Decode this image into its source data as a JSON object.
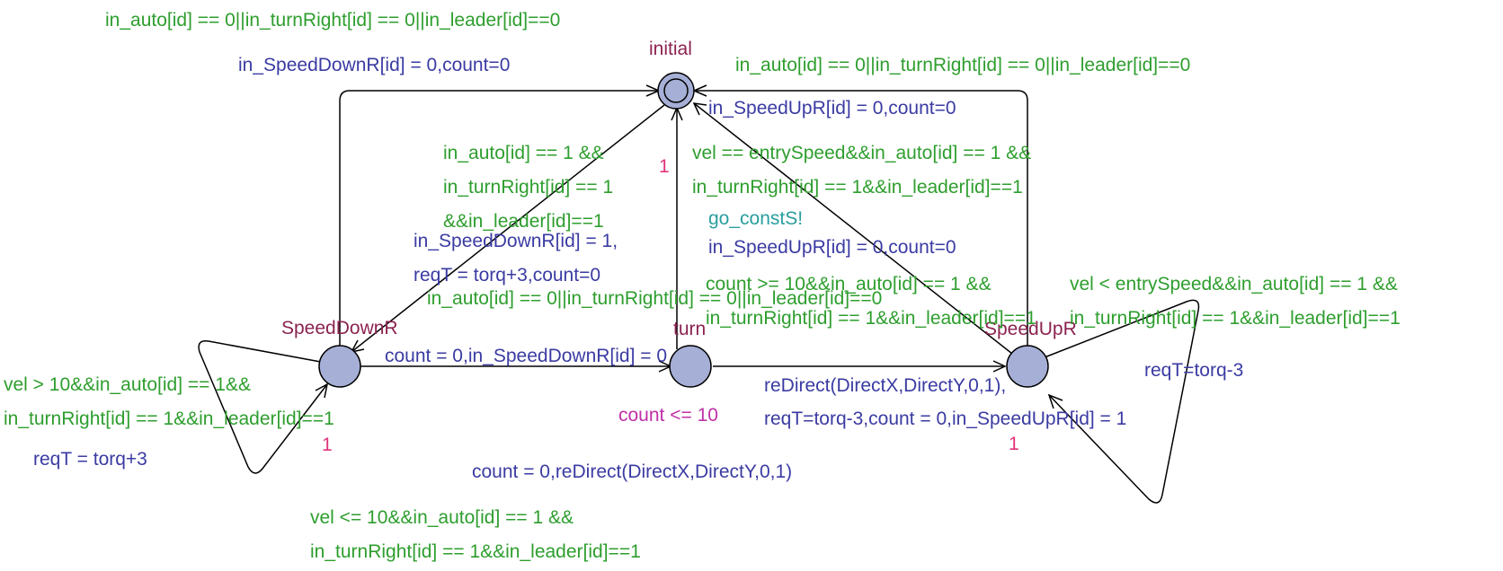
{
  "colors": {
    "location_fill": "#a6afd6",
    "location_name": "#8b2350",
    "guard": "#2e9e2e",
    "update": "#3b3ba3",
    "sync": "#2a9e9e",
    "invariant": "#c030a8",
    "priority": "#e0347a",
    "edge": "#000000"
  },
  "locations": [
    {
      "id": "initial",
      "name": "initial",
      "initial": true,
      "priority": "1"
    },
    {
      "id": "speeddownr",
      "name": "SpeedDownR",
      "initial": false,
      "priority": "1"
    },
    {
      "id": "turn",
      "name": "turn",
      "initial": false,
      "invariant": "count <= 10"
    },
    {
      "id": "speedupr",
      "name": "SpeedUpR",
      "initial": false,
      "priority": "1"
    }
  ],
  "labels": {
    "g_initial_to_speeddown_top": "in_auto[id] == 0||in_turnRight[id] == 0||in_leader[id]==0",
    "u_speeddown_to_initial": "in_SpeedDownR[id] = 0,count=0",
    "g_speedup_to_initial_top": "in_auto[id] == 0||in_turnRight[id] == 0||in_leader[id]==0",
    "u_speedup_to_initial": "in_SpeedUpR[id] = 0,count=0",
    "g_initial_to_speeddown_1": "in_auto[id] == 1 &&",
    "g_initial_to_speeddown_2": "in_turnRight[id] == 1",
    "g_initial_to_speeddown_3": "&&in_leader[id]==1",
    "u_initial_to_speeddown_1": "in_SpeedDownR[id] = 1,",
    "u_initial_to_speeddown_2": "reqT = torq+3,count=0",
    "g_turn_to_initial": "in_auto[id] == 0||in_turnRight[id] == 0||in_leader[id]==0",
    "g_initial_to_speedup_1": "vel == entrySpeed&&in_auto[id] == 1 &&",
    "g_initial_to_speedup_2": "in_turnRight[id] == 1&&in_leader[id]==1",
    "s_initial_to_speedup": "go_constS!",
    "u_initial_to_speedup": "in_SpeedUpR[id] = 0,count=0",
    "g_speedup_to_turn_1": "count >= 10&&in_auto[id] == 1 &&",
    "g_speedup_to_turn_2": "in_turnRight[id] == 1&&in_leader[id]==1",
    "g_speedup_self_1": "vel < entrySpeed&&in_auto[id] == 1 &&",
    "g_speedup_self_2": "in_turnRight[id] == 1&&in_leader[id]==1",
    "u_speedup_self": "reqT=torq-3",
    "u_speeddown_to_turn": "count = 0,in_SpeedDownR[id] = 0",
    "u_turn_to_speedup_1": "reDirect(DirectX,DirectY,0,1),",
    "u_turn_to_speedup_2": "reqT=torq-3,count = 0,in_SpeedUpR[id] = 1",
    "u_bottom_reset": "count = 0,reDirect(DirectX,DirectY,0,1)",
    "g_speeddown_self_1": "vel > 10&&in_auto[id] == 1&&",
    "g_speeddown_self_2": "in_turnRight[id] == 1&&in_leader[id]==1",
    "u_speeddown_self": "reqT = torq+3",
    "g_speeddown_bottom_1": "vel <= 10&&in_auto[id] == 1 &&",
    "g_speeddown_bottom_2": "in_turnRight[id] == 1&&in_leader[id]==1"
  }
}
